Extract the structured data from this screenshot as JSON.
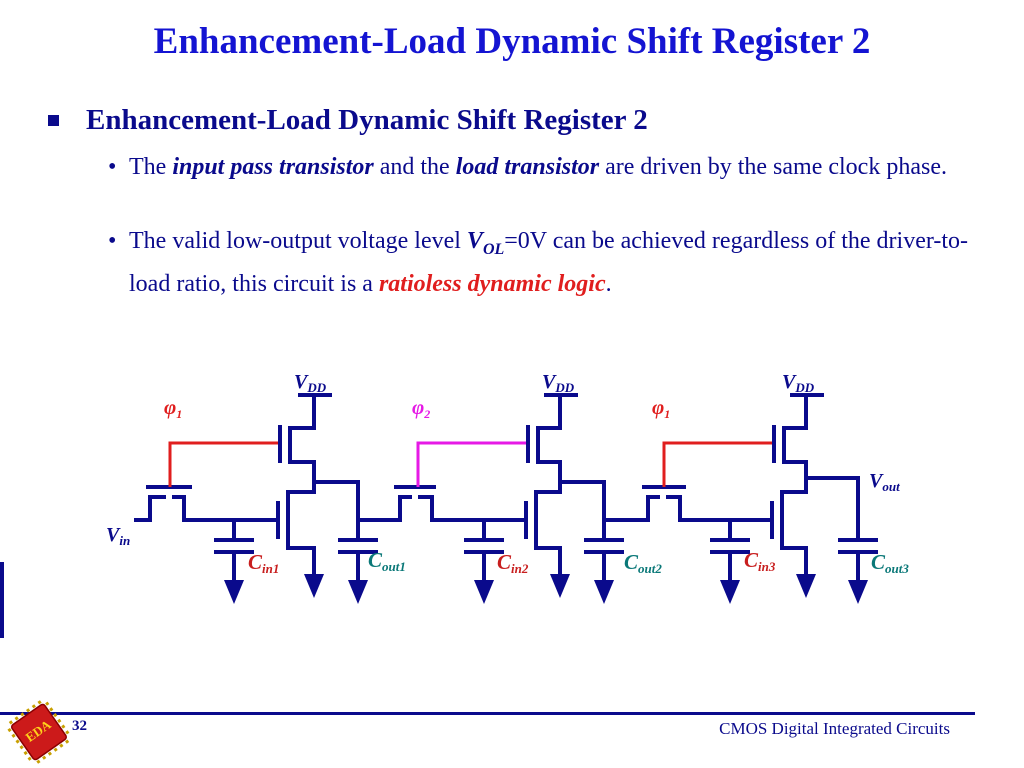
{
  "slide": {
    "title": "Enhancement-Load Dynamic Shift Register 2",
    "bullet": "Enhancement-Load Dynamic Shift Register 2",
    "sub1": {
      "p1": "The ",
      "em1": "input pass transistor",
      "p2": " and the ",
      "em2": "load transistor",
      "p3": " are driven by the same clock phase."
    },
    "sub2": {
      "p1": "The valid low-output voltage level ",
      "vol_main": "V",
      "vol_sub": "OL",
      "p2": "=0V can be achieved regardless of the driver-to-load ratio, this circuit is a ",
      "em": "ratioless dynamic logic",
      "p3": "."
    }
  },
  "circuit": {
    "vdd": {
      "main": "V",
      "sub": "DD"
    },
    "phi1": {
      "main": "φ",
      "sub": "1"
    },
    "phi2": {
      "main": "φ",
      "sub": "2"
    },
    "vin": {
      "main": "V",
      "sub": "in"
    },
    "vout": {
      "main": "V",
      "sub": "out"
    },
    "cin1": {
      "main": "C",
      "sub": "in1"
    },
    "cin2": {
      "main": "C",
      "sub": "in2"
    },
    "cin3": {
      "main": "C",
      "sub": "in3"
    },
    "cout1": {
      "main": "C",
      "sub": "out1"
    },
    "cout2": {
      "main": "C",
      "sub": "out2"
    },
    "cout3": {
      "main": "C",
      "sub": "out3"
    }
  },
  "footer": {
    "page": "32",
    "course": "CMOS Digital Integrated Circuits"
  },
  "logo_text": "EDA",
  "colors": {
    "title": "#1414d2",
    "wire": "#0a0a8c",
    "phi1": "#e01e1e",
    "phi2": "#e619e6",
    "cin_label": "#c81e1e",
    "cout_label": "#0a7878"
  }
}
